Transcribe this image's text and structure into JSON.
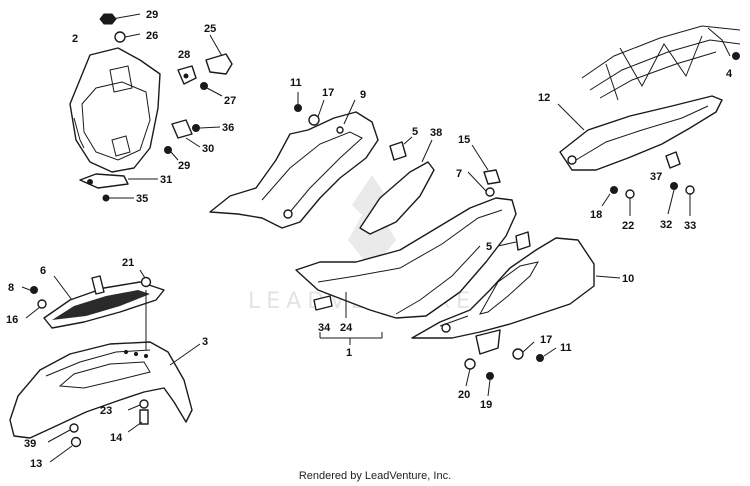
{
  "diagram": {
    "watermark": "LEADVENTURE",
    "credit": "Rendered by LeadVenture, Inc.",
    "callouts": [
      {
        "id": "c29a",
        "text": "29"
      },
      {
        "id": "c26",
        "text": "26"
      },
      {
        "id": "c2",
        "text": "2"
      },
      {
        "id": "c25",
        "text": "25"
      },
      {
        "id": "c28",
        "text": "28"
      },
      {
        "id": "c27",
        "text": "27"
      },
      {
        "id": "c36",
        "text": "36"
      },
      {
        "id": "c30",
        "text": "30"
      },
      {
        "id": "c29b",
        "text": "29"
      },
      {
        "id": "c31",
        "text": "31"
      },
      {
        "id": "c35",
        "text": "35"
      },
      {
        "id": "c11a",
        "text": "11"
      },
      {
        "id": "c17a",
        "text": "17"
      },
      {
        "id": "c9",
        "text": "9"
      },
      {
        "id": "c5a",
        "text": "5"
      },
      {
        "id": "c38",
        "text": "38"
      },
      {
        "id": "c15",
        "text": "15"
      },
      {
        "id": "c7",
        "text": "7"
      },
      {
        "id": "c4",
        "text": "4"
      },
      {
        "id": "c12",
        "text": "12"
      },
      {
        "id": "c37",
        "text": "37"
      },
      {
        "id": "c18",
        "text": "18"
      },
      {
        "id": "c22",
        "text": "22"
      },
      {
        "id": "c32",
        "text": "32"
      },
      {
        "id": "c33",
        "text": "33"
      },
      {
        "id": "c5b",
        "text": "5"
      },
      {
        "id": "c10",
        "text": "10"
      },
      {
        "id": "c21",
        "text": "21"
      },
      {
        "id": "c6",
        "text": "6"
      },
      {
        "id": "c8",
        "text": "8"
      },
      {
        "id": "c16",
        "text": "16"
      },
      {
        "id": "c3",
        "text": "3"
      },
      {
        "id": "c23",
        "text": "23"
      },
      {
        "id": "c14",
        "text": "14"
      },
      {
        "id": "c39",
        "text": "39"
      },
      {
        "id": "c13",
        "text": "13"
      },
      {
        "id": "c34",
        "text": "34"
      },
      {
        "id": "c24",
        "text": "24"
      },
      {
        "id": "c1",
        "text": "1"
      },
      {
        "id": "c17b",
        "text": "17"
      },
      {
        "id": "c11b",
        "text": "11"
      },
      {
        "id": "c20",
        "text": "20"
      },
      {
        "id": "c19",
        "text": "19"
      }
    ]
  }
}
